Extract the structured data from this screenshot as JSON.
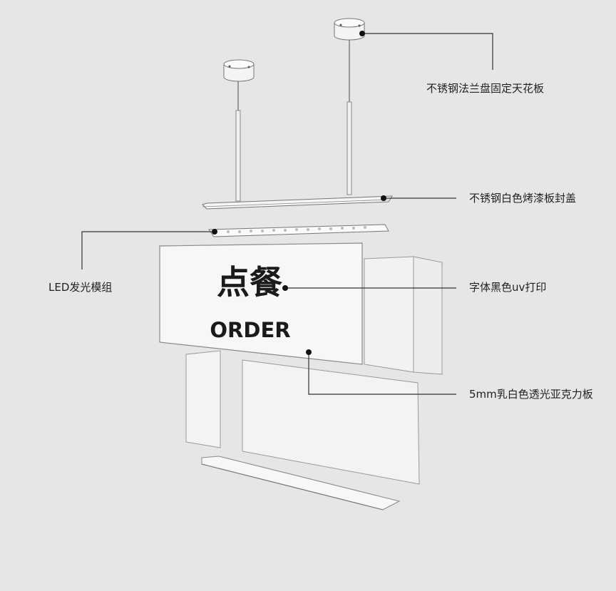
{
  "sign": {
    "main_text": "点餐",
    "sub_text": "ORDER"
  },
  "callouts": {
    "flange": "不锈钢法兰盘固定天花板",
    "cover": "不锈钢白色烤漆板封盖",
    "led": "LED发光模组",
    "print": "字体黑色uv打印",
    "acrylic": "5mm乳白色透光亚克力板"
  },
  "colors": {
    "background": "#e6e6e6",
    "panel": "#f2f2f2",
    "stroke": "#8a8a8a",
    "ink": "#222222"
  }
}
